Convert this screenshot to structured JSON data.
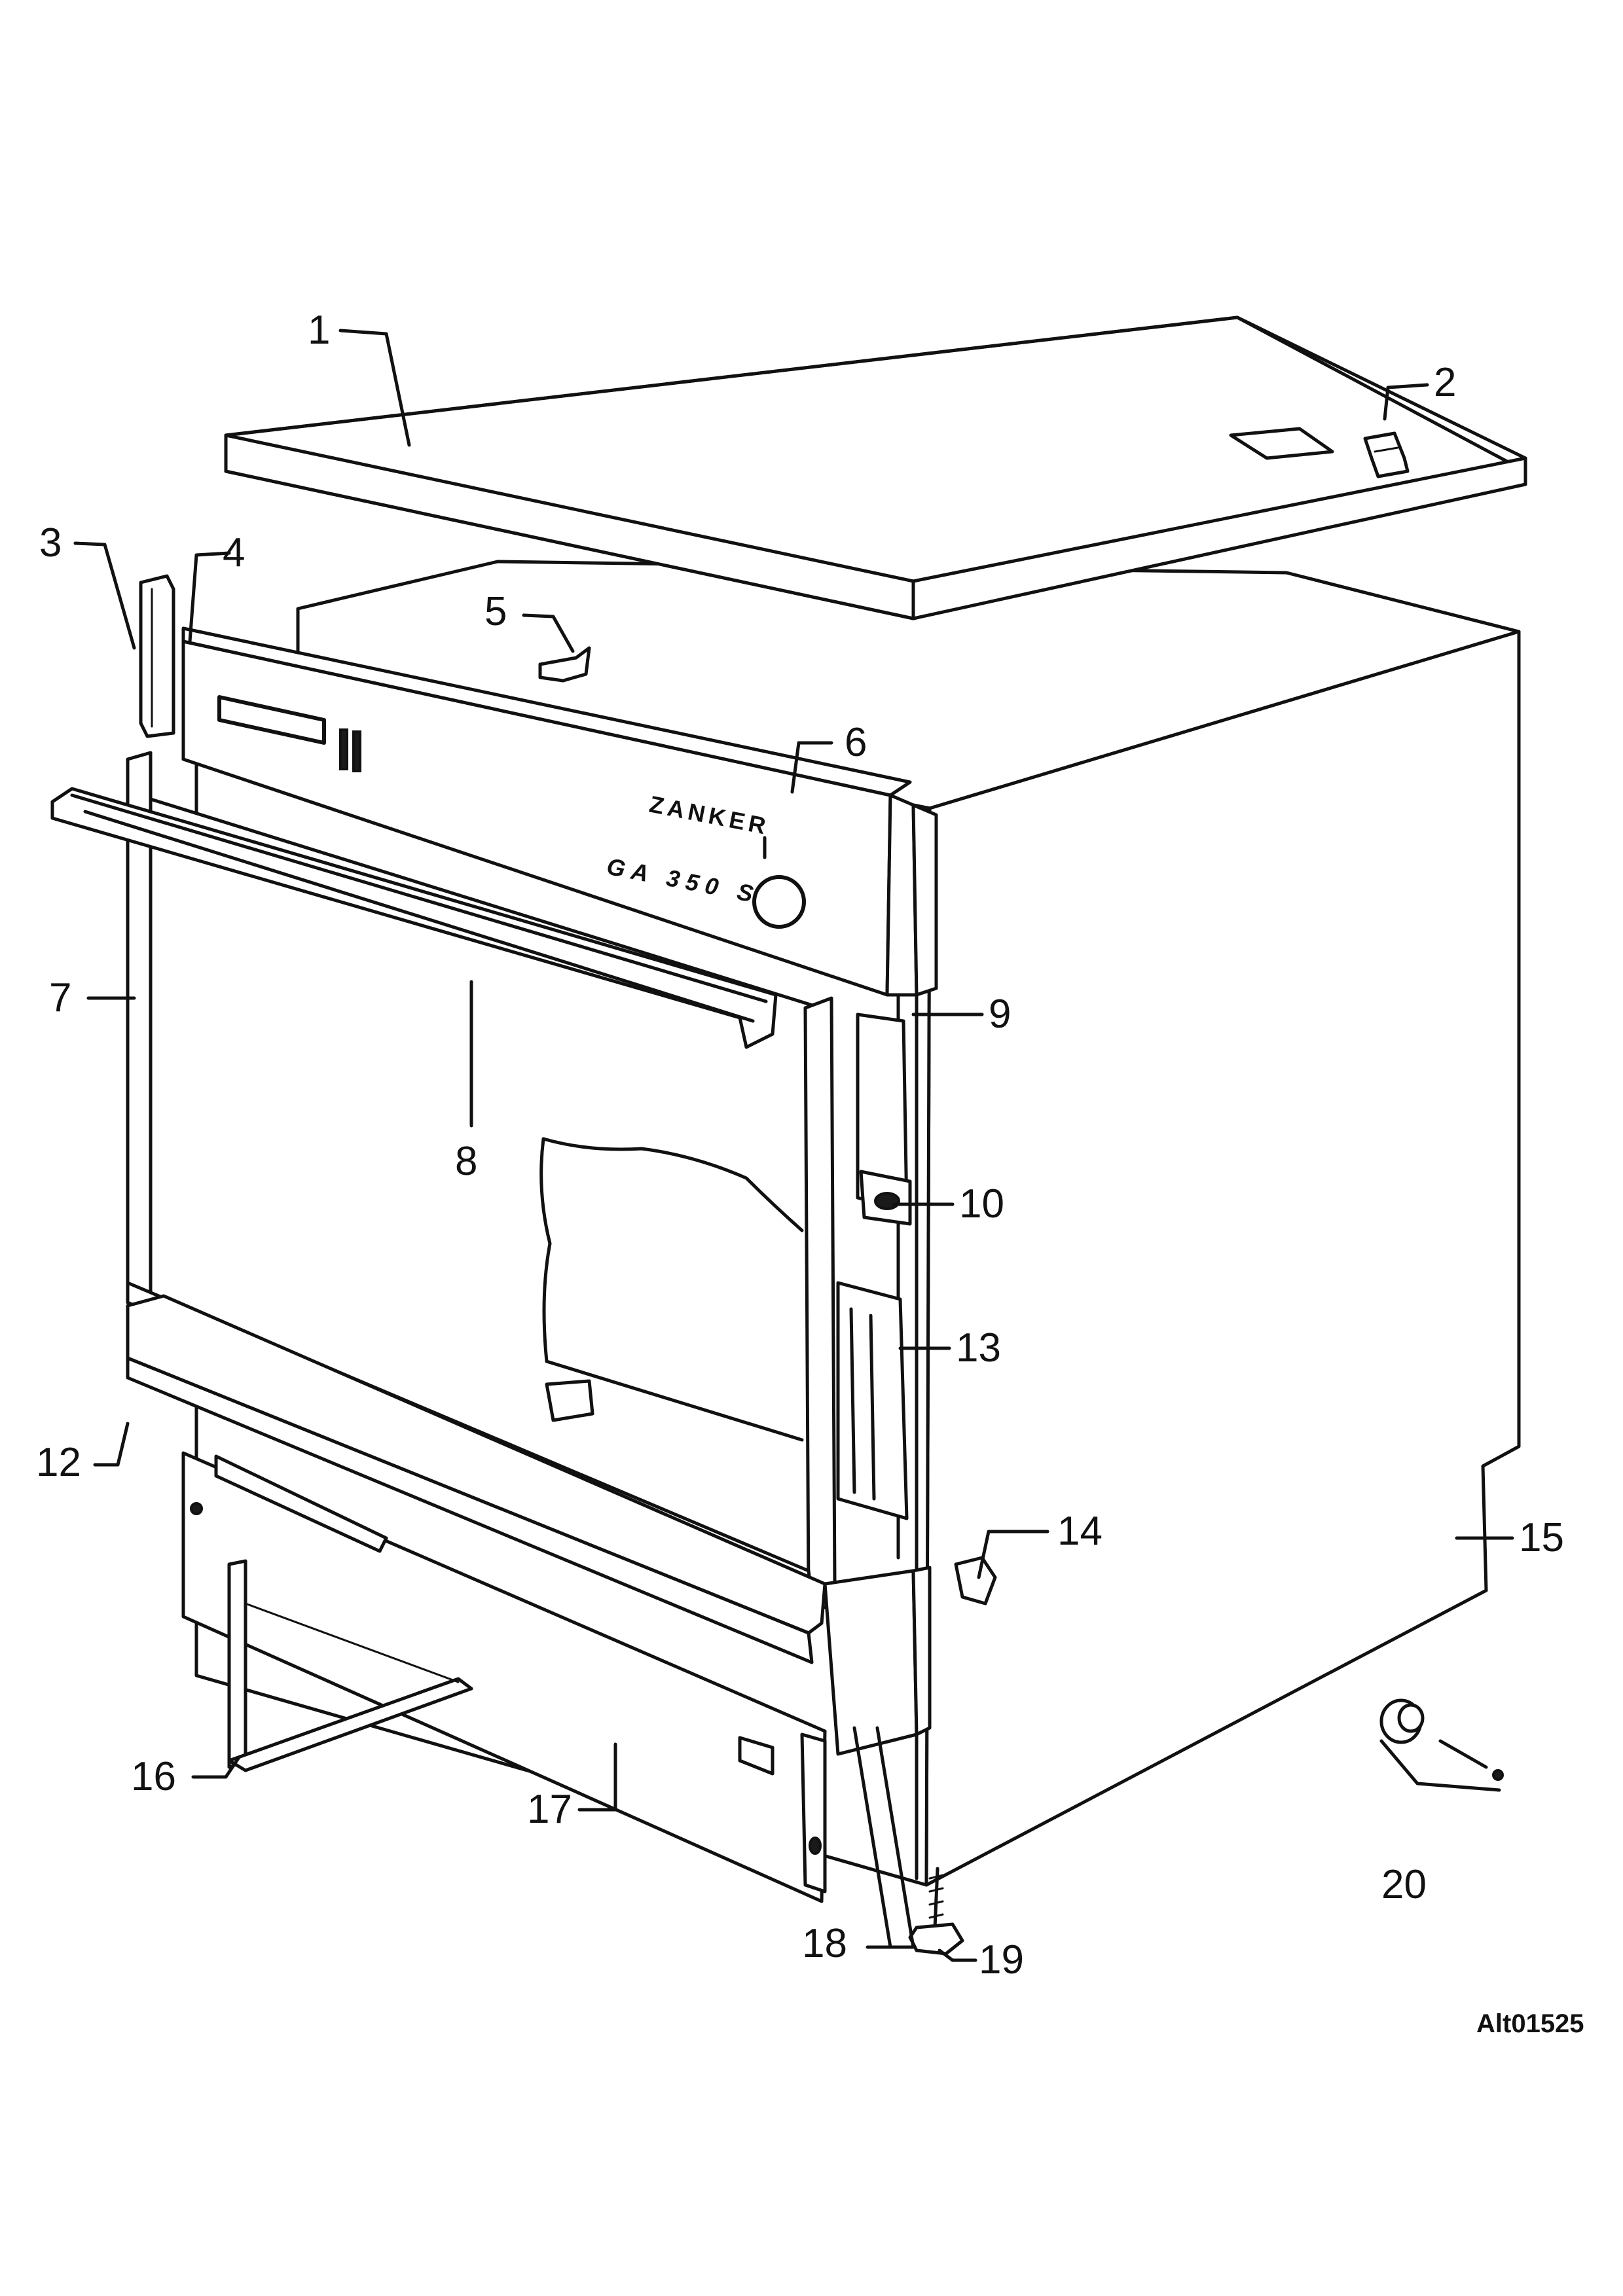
{
  "drawing": {
    "reference_code": "Alt01525",
    "brand_text": "ZANKER",
    "model_text": "GA 350 S"
  },
  "callouts": [
    {
      "id": "1",
      "label": "1"
    },
    {
      "id": "2",
      "label": "2"
    },
    {
      "id": "3",
      "label": "3"
    },
    {
      "id": "4",
      "label": "4"
    },
    {
      "id": "5",
      "label": "5"
    },
    {
      "id": "6",
      "label": "6"
    },
    {
      "id": "7",
      "label": "7"
    },
    {
      "id": "8",
      "label": "8"
    },
    {
      "id": "9",
      "label": "9"
    },
    {
      "id": "10",
      "label": "10"
    },
    {
      "id": "12",
      "label": "12"
    },
    {
      "id": "13",
      "label": "13"
    },
    {
      "id": "14",
      "label": "14"
    },
    {
      "id": "15",
      "label": "15"
    },
    {
      "id": "16",
      "label": "16"
    },
    {
      "id": "17",
      "label": "17"
    },
    {
      "id": "18",
      "label": "18"
    },
    {
      "id": "19",
      "label": "19"
    },
    {
      "id": "20",
      "label": "20"
    }
  ]
}
